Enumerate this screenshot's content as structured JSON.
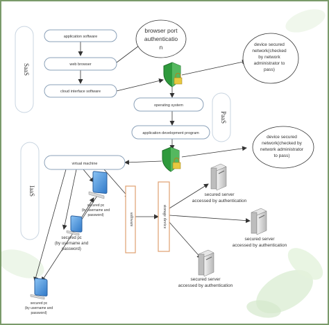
{
  "colors": {
    "background_leaf": "#d9ecd2",
    "border": "#7a9a6a",
    "box_stroke": "#8aa0b8",
    "arrow": "#333333",
    "orange": "#e0a070",
    "shield_green": "#2e9a3c",
    "shield_yellow": "#e8c840",
    "pc_blue": "#4a90d8"
  },
  "tiers": {
    "saas": "SaaS",
    "paas": "PaaS",
    "iaas": "IaaS"
  },
  "boxes": {
    "application_software": "application software",
    "web_browser": "web browser",
    "cloud_interface_software": "cloud interface software",
    "operating_system": "operating system",
    "application_development_program": "application development program",
    "virtual_machine": "virtual machine",
    "software": "software",
    "storage_device": "storage device"
  },
  "callouts": {
    "browser_port_auth": [
      "browser port",
      "authenticatio",
      "n"
    ],
    "device_secured_1": [
      "device secured",
      "network(checked",
      "by network",
      "administrator to",
      "pass)"
    ],
    "device_secured_2": [
      "device secured",
      "network(checked by",
      "network administrator",
      "to pass)"
    ]
  },
  "pcs": {
    "pc1": [
      "secured pc",
      "(by username and",
      "password)"
    ],
    "pc2": [
      "secured pc",
      "(by username and",
      "password)"
    ],
    "pc3": [
      "secured pc",
      "(by username and",
      "password)"
    ]
  },
  "servers": {
    "server1": [
      "secured server",
      "accessed by authentication"
    ],
    "server2": [
      "secured server",
      "accessed by authentication"
    ],
    "server3": [
      "secured server",
      "accessed by authentication"
    ]
  },
  "icons": [
    "shield-lock-icon",
    "desktop-pc-icon",
    "server-tower-icon"
  ]
}
